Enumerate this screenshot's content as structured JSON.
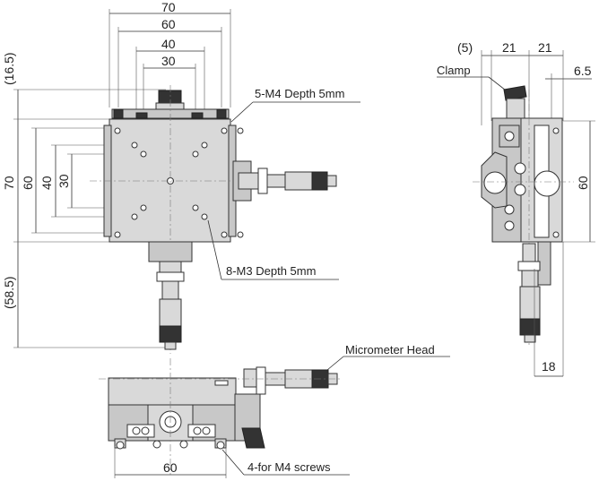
{
  "top_view": {
    "width_dims": [
      "70",
      "60",
      "40",
      "30"
    ],
    "height_dims": [
      "70",
      "60",
      "40",
      "30"
    ],
    "offset_top": "(16.5)",
    "offset_bottom": "(58.5)",
    "callout_m4": "5-M4 Depth 5mm",
    "callout_m3": "8-M3 Depth 5mm"
  },
  "side_view": {
    "dim_5": "(5)",
    "dim_21a": "21",
    "dim_21b": "21",
    "dim_6_5": "6.5",
    "dim_60": "60",
    "dim_18": "18",
    "clamp_label": "Clamp"
  },
  "front_view": {
    "micrometer_label": "Micrometer Head",
    "dim_60": "60",
    "screws_label": "4-for M4 screws"
  },
  "colors": {
    "line": "#333333",
    "body": "#d9d9d9",
    "dark": "#333333"
  }
}
